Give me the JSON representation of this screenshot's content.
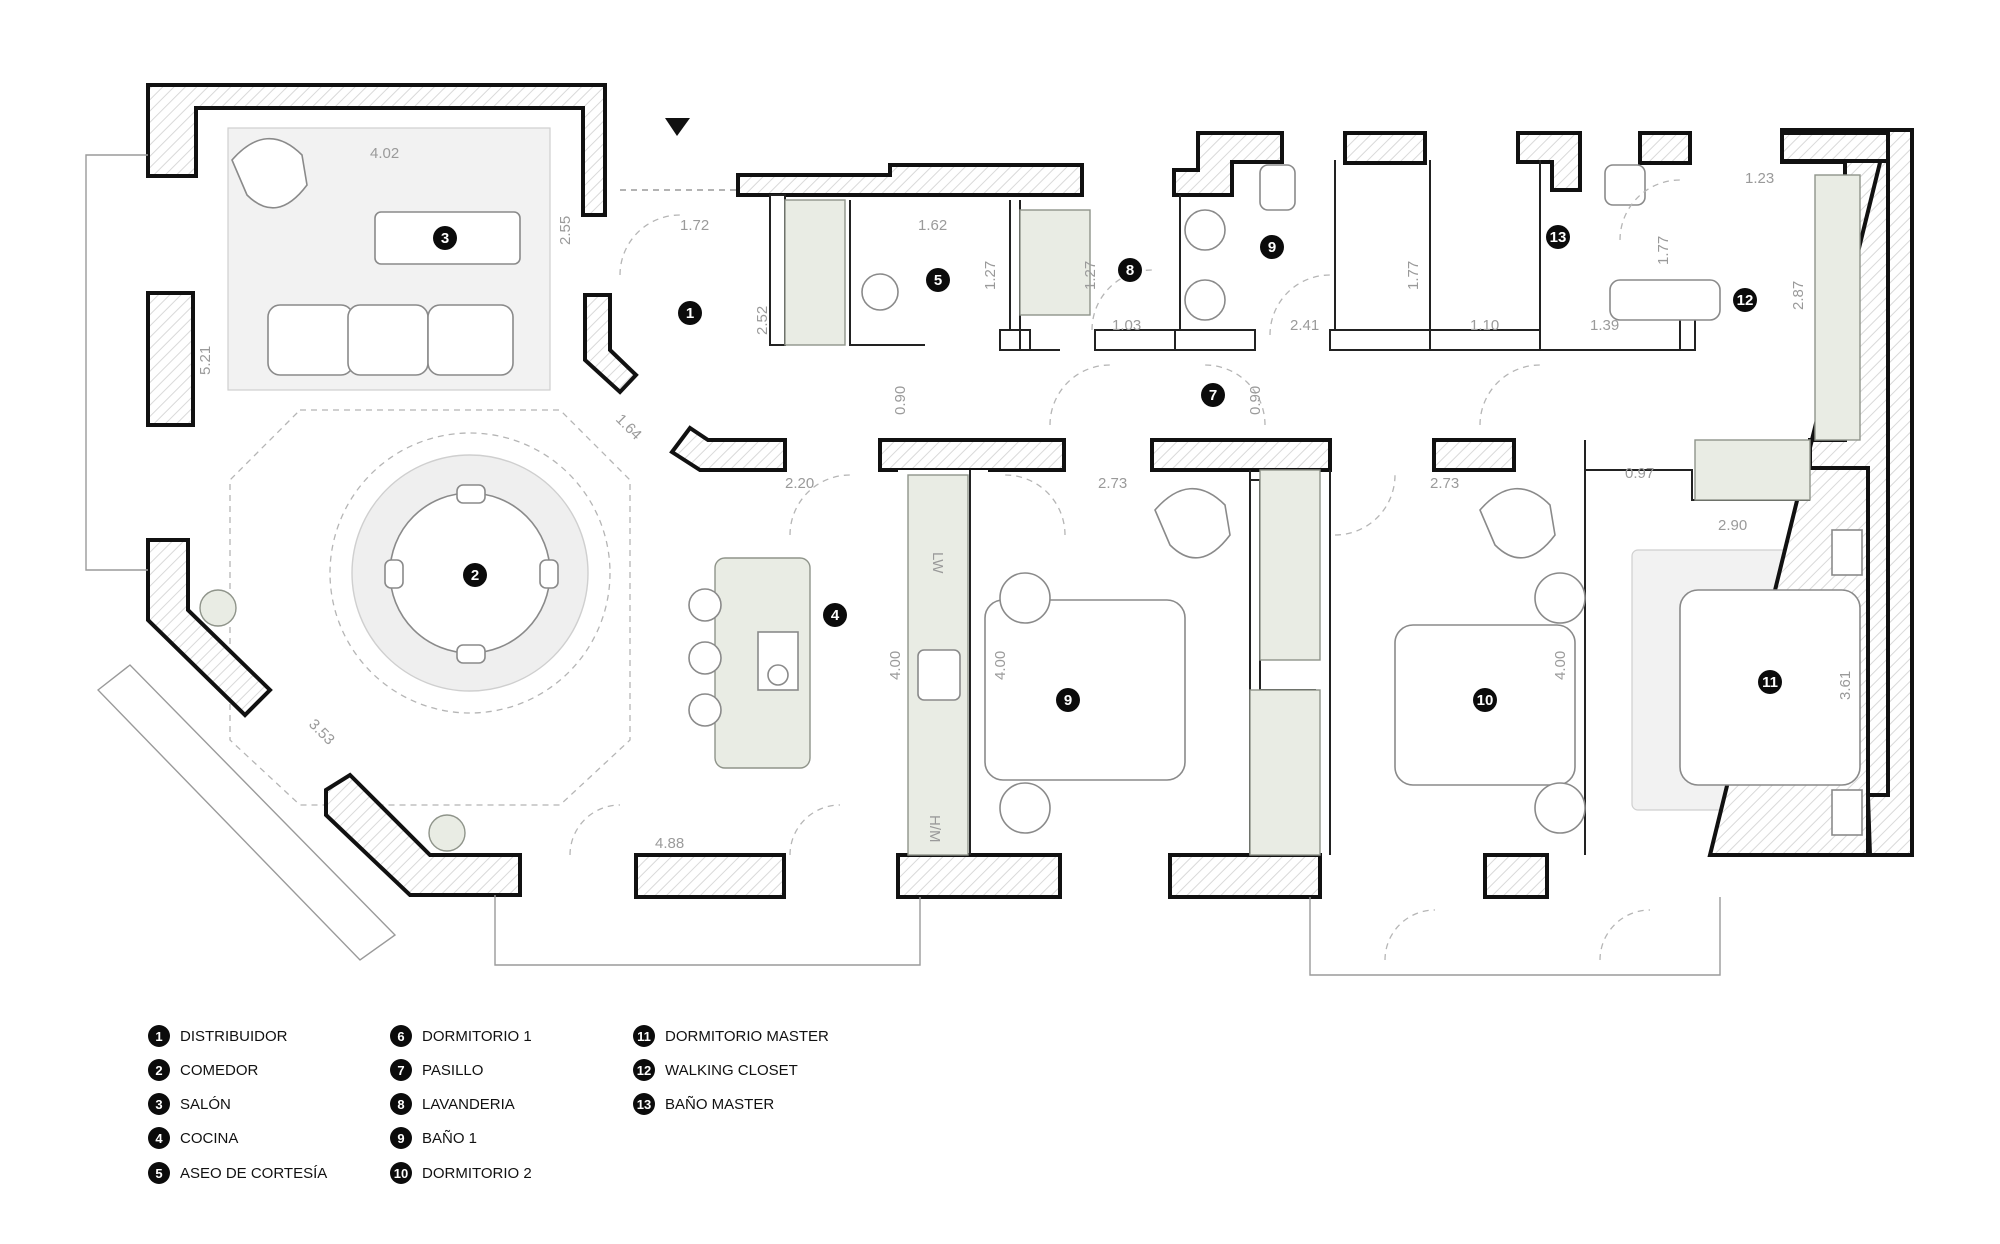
{
  "rooms": [
    {
      "n": "1",
      "name": "DISTRIBUIDOR"
    },
    {
      "n": "2",
      "name": "COMEDOR"
    },
    {
      "n": "3",
      "name": "SALÓN"
    },
    {
      "n": "4",
      "name": "COCINA"
    },
    {
      "n": "5",
      "name": "ASEO DE CORTESÍA"
    },
    {
      "n": "6",
      "name": "DORMITORIO 1"
    },
    {
      "n": "7",
      "name": "PASILLO"
    },
    {
      "n": "8",
      "name": "LAVANDERIA"
    },
    {
      "n": "9",
      "name": "BAÑO 1"
    },
    {
      "n": "10",
      "name": "DORMITORIO 2"
    },
    {
      "n": "11",
      "name": "DORMITORIO MASTER"
    },
    {
      "n": "12",
      "name": "WALKING CLOSET"
    },
    {
      "n": "13",
      "name": "BAÑO MASTER"
    }
  ],
  "plan_markers": [
    "3",
    "1",
    "5",
    "8",
    "9",
    "13",
    "12",
    "7",
    "2",
    "4",
    "9",
    "10",
    "11"
  ],
  "dimensions": [
    "4.02",
    "1.72",
    "2.55",
    "1.62",
    "1.27",
    "1.27",
    "1.77",
    "1.77",
    "1.23",
    "2.52",
    "1.03",
    "2.41",
    "1.10",
    "1.39",
    "2.87",
    "5.21",
    "1.64",
    "0.90",
    "0.90",
    "2.20",
    "2.73",
    "2.73",
    "0.97",
    "2.90",
    "4.00",
    "4.00",
    "4.00",
    "3.61",
    "3.53",
    "4.88"
  ],
  "appliance_labels": [
    "LW",
    "H/M"
  ]
}
